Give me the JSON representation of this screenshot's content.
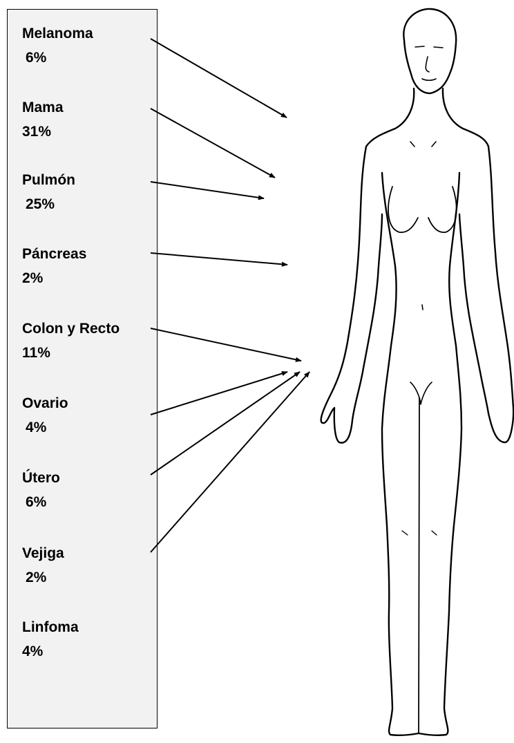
{
  "entries": [
    {
      "name": "Melanoma",
      "percent": "6%"
    },
    {
      "name": "Mama",
      "percent": "31%"
    },
    {
      "name": "Pulmón",
      "percent": "25%"
    },
    {
      "name": "Páncreas",
      "percent": "2%"
    },
    {
      "name": "Colon y Recto",
      "percent": "11%"
    },
    {
      "name": "Ovario",
      "percent": "4%"
    },
    {
      "name": "Útero",
      "percent": "6%"
    },
    {
      "name": "Vejiga",
      "percent": "2%"
    },
    {
      "name": "Linfoma",
      "percent": "4%"
    }
  ],
  "colors": {
    "panel_fill": "#f2f2f2",
    "line": "#000000"
  }
}
